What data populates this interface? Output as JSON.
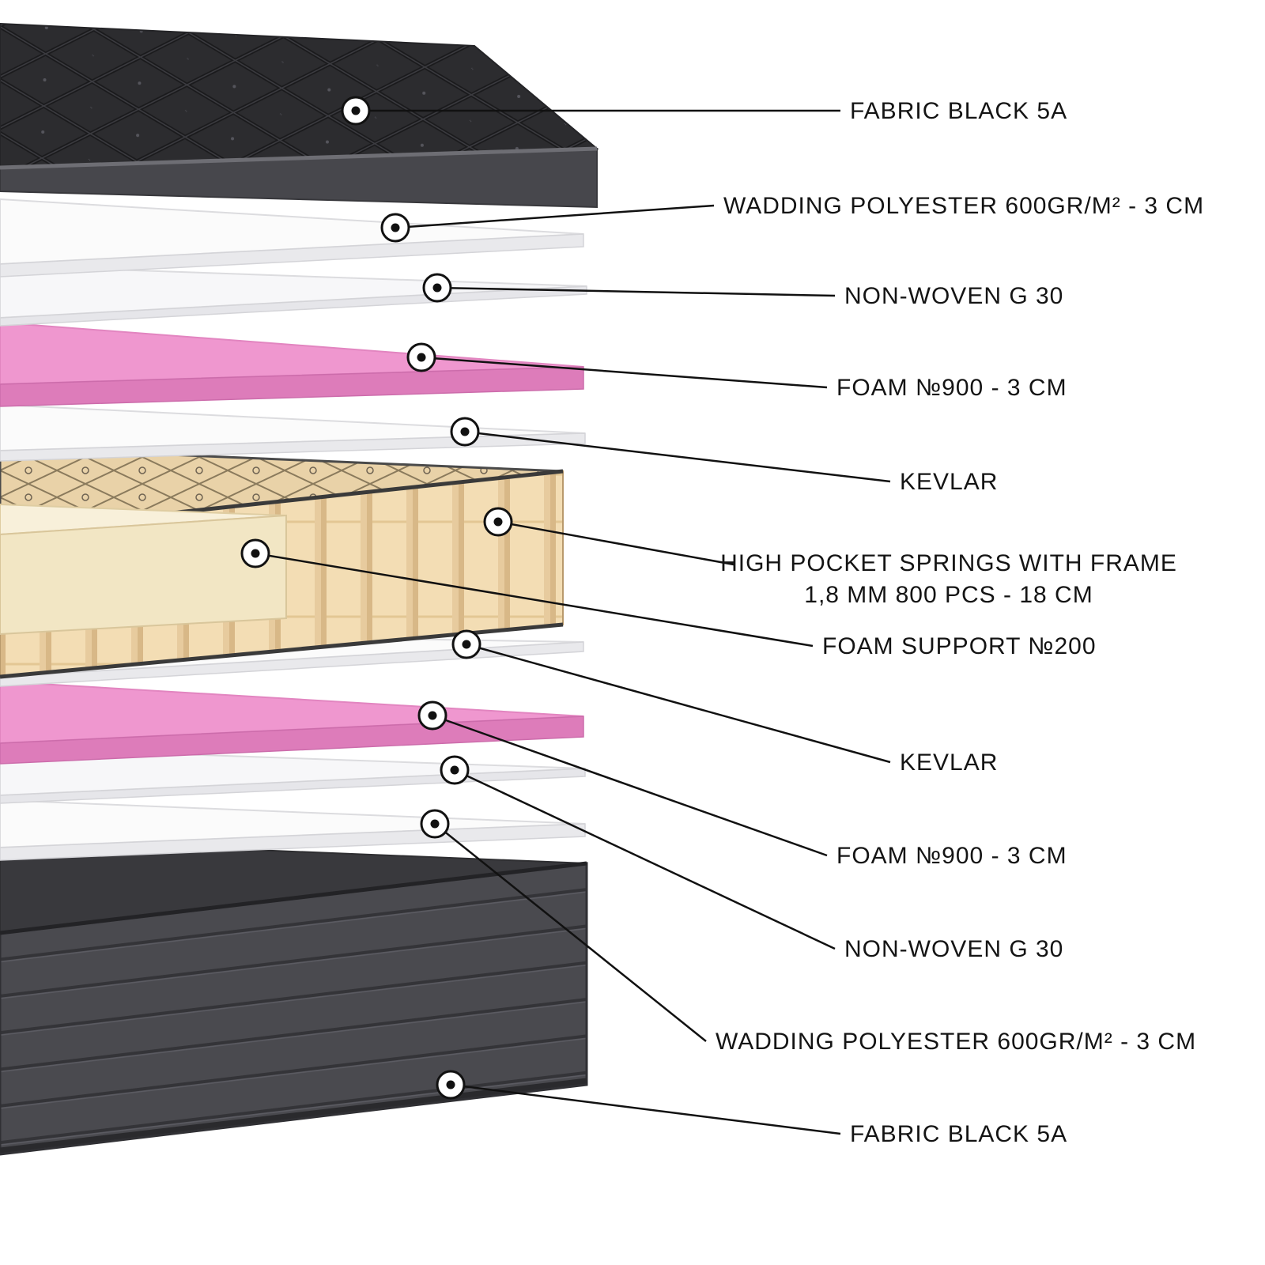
{
  "diagram": {
    "type": "exploded-layers",
    "subject": "mattress cross-section"
  },
  "colors": {
    "fabric_dark": "#2c2c2f",
    "fabric_front": "#4a4a4f",
    "white_layer": "#fbfbfb",
    "white_layer_edge": "#e9e9ec",
    "foam_pink_top": "#ef97cf",
    "foam_pink_front": "#dd7cba",
    "springs_beige": "#f3ddb4",
    "springs_net": "#e9d2a8",
    "foam_support": "#f6ecd2",
    "line": "#111111",
    "label_text": "#141414"
  },
  "callouts": [
    {
      "id": "fabric-top",
      "text": "FABRIC BLACK 5A"
    },
    {
      "id": "wadding-top",
      "text": "WADDING POLYESTER 600GR/M² - 3 CM"
    },
    {
      "id": "nonwoven-top",
      "text": "NON-WOVEN G 30"
    },
    {
      "id": "foam-top",
      "text": "FOAM №900 - 3 CM"
    },
    {
      "id": "kevlar-top",
      "text": "KEVLAR"
    },
    {
      "id": "springs",
      "text_line1": "HIGH POCKET SPRINGS WITH FRAME",
      "text_line2": "1,8 MM 800 PCS - 18 CM"
    },
    {
      "id": "foam-support",
      "text": "FOAM SUPPORT №200"
    },
    {
      "id": "kevlar-bottom",
      "text": "KEVLAR"
    },
    {
      "id": "foam-bottom",
      "text": "FOAM №900 - 3 CM"
    },
    {
      "id": "nonwoven-bottom",
      "text": "NON-WOVEN G 30"
    },
    {
      "id": "wadding-bottom",
      "text": "WADDING POLYESTER 600GR/M² - 3 CM"
    },
    {
      "id": "fabric-bottom",
      "text": "FABRIC BLACK 5A"
    }
  ]
}
